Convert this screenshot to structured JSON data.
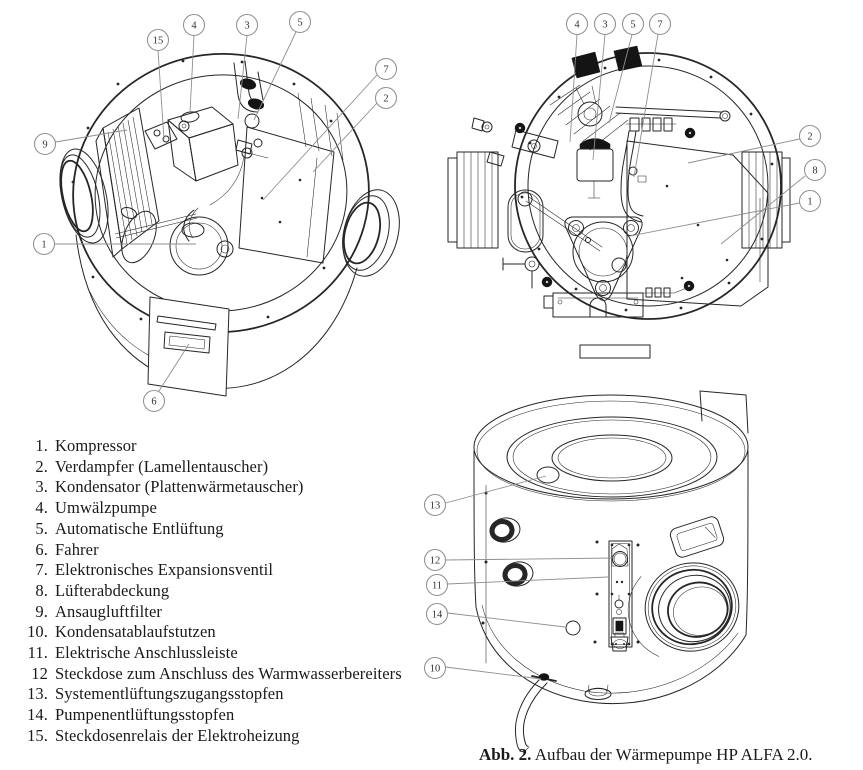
{
  "colors": {
    "background": "#ffffff",
    "ink": "#262626",
    "leader_gray": "#8f8f8f",
    "text": "#1a1a1a"
  },
  "legend": {
    "items": [
      {
        "num": "1.",
        "label": "Kompressor"
      },
      {
        "num": "2.",
        "label": "Verdampfer (Lamellentauscher)"
      },
      {
        "num": "3.",
        "label": "Kondensator (Plattenwärmetauscher)"
      },
      {
        "num": "4.",
        "label": "Umwälzpumpe"
      },
      {
        "num": "5.",
        "label": "Automatische Entlüftung"
      },
      {
        "num": "6.",
        "label": "Fahrer"
      },
      {
        "num": "7.",
        "label": "Elektronisches Expansionsventil"
      },
      {
        "num": "8.",
        "label": "Lüfterabdeckung"
      },
      {
        "num": "9.",
        "label": "Ansaugluftfilter"
      },
      {
        "num": "10.",
        "label": "Kondensatablaufstutzen"
      },
      {
        "num": "11.",
        "label": "Elektrische Anschlussleiste"
      },
      {
        "num": "12",
        "label": "Steckdose zum Anschluss des Warmwasserbereiters"
      },
      {
        "num": "13.",
        "label": "Systementlüftungszugangsstopfen"
      },
      {
        "num": "14.",
        "label": "Pumpenentlüftungsstopfen"
      },
      {
        "num": "15.",
        "label": "Steckdosenrelais der Elektroheizung"
      }
    ]
  },
  "figures": {
    "iso_view": {
      "callouts": [
        "15",
        "4",
        "3",
        "5",
        "7",
        "2",
        "9",
        "1",
        "6"
      ]
    },
    "top_view": {
      "callouts": [
        "4",
        "3",
        "5",
        "7",
        "2",
        "8",
        "1"
      ]
    },
    "side_view": {
      "callouts": [
        "13",
        "12",
        "11",
        "14",
        "10"
      ]
    }
  },
  "caption": {
    "bold": "Abb. 2.",
    "rest": " Aufbau der Wärmepumpe HP ALFA 2.0."
  }
}
